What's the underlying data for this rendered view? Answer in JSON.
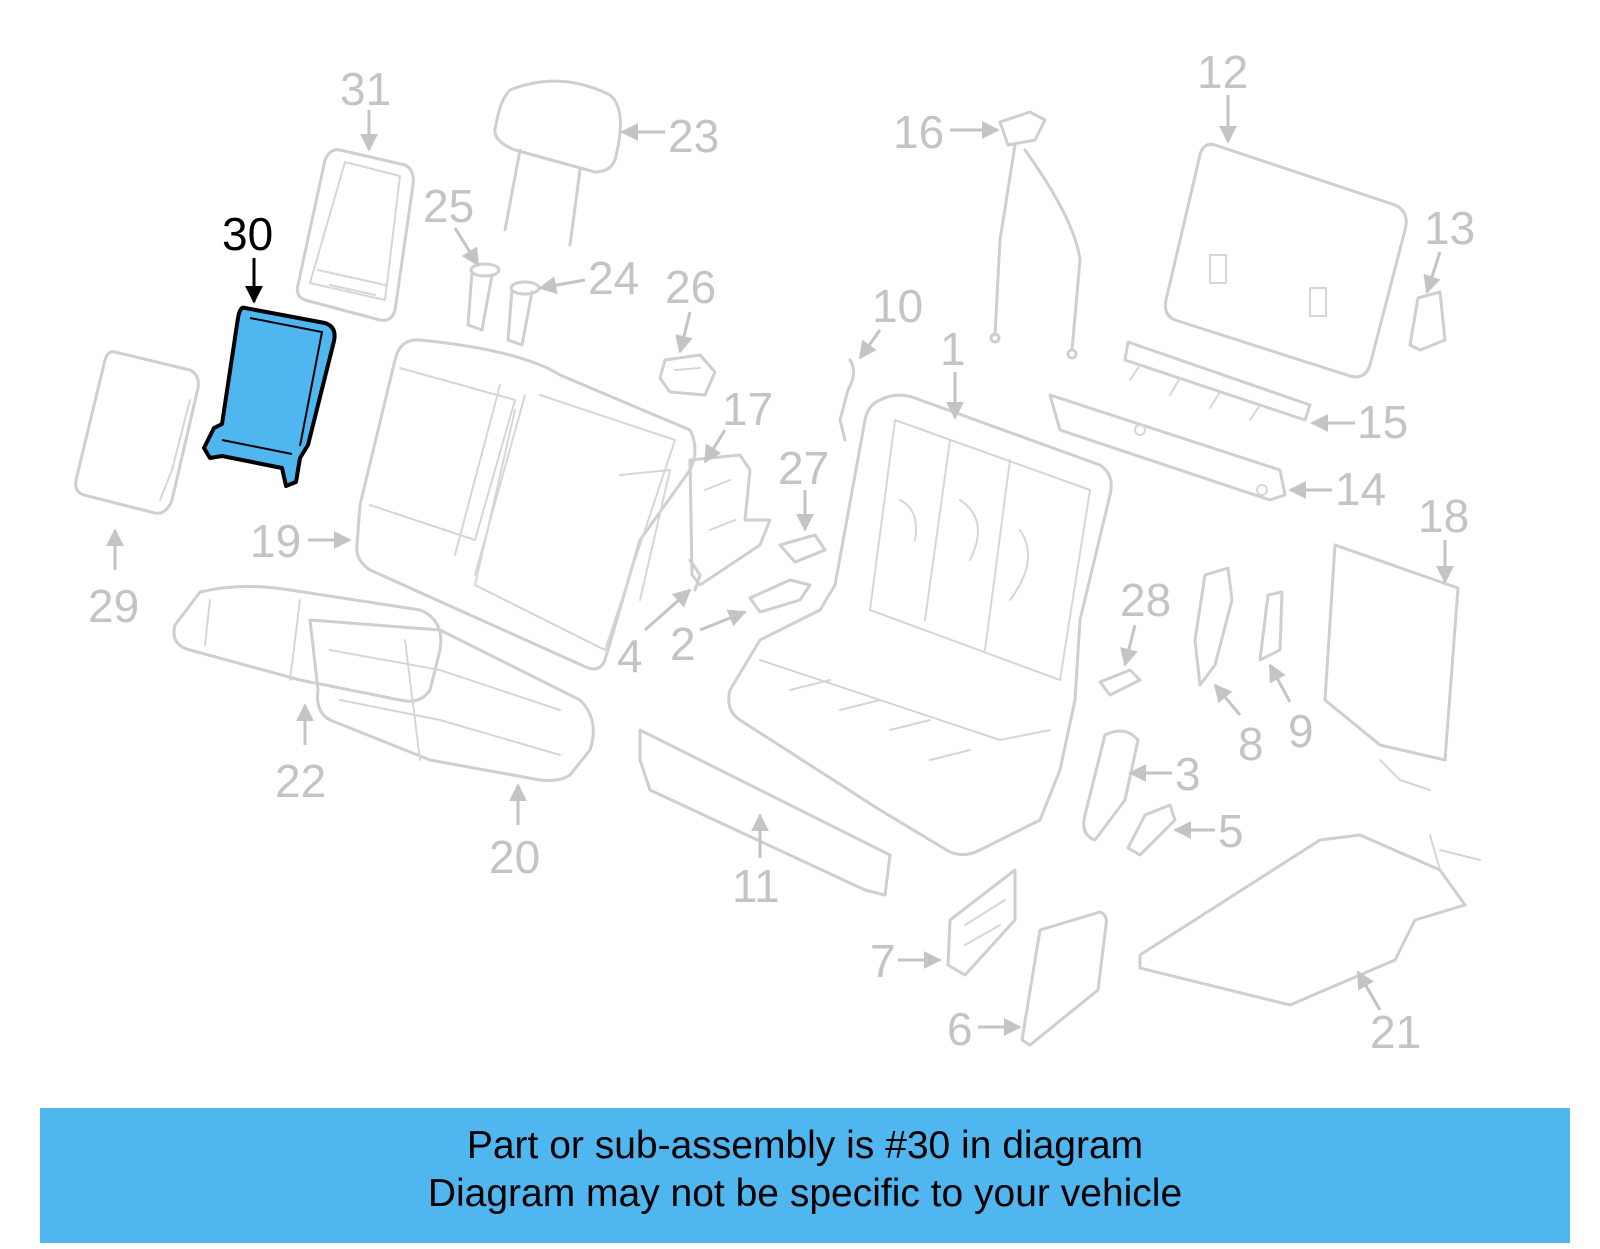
{
  "callouts": {
    "c1": "1",
    "c2": "2",
    "c3": "3",
    "c4": "4",
    "c5": "5",
    "c6": "6",
    "c7": "7",
    "c8": "8",
    "c9": "9",
    "c10": "10",
    "c11": "11",
    "c12": "12",
    "c13": "13",
    "c14": "14",
    "c15": "15",
    "c16": "16",
    "c17": "17",
    "c18": "18",
    "c19": "19",
    "c20": "20",
    "c21": "21",
    "c22": "22",
    "c23": "23",
    "c24": "24",
    "c25": "25",
    "c26": "26",
    "c27": "27",
    "c28": "28",
    "c29": "29",
    "c30": "30",
    "c31": "31"
  },
  "highlighted_part": "30",
  "colors": {
    "highlight_fill": "#4fb6ef",
    "banner_background": "#4fb6ef",
    "part_outline": "#cfcfcf",
    "callout_text": "#c4c4c4"
  },
  "banner": {
    "line1": "Part or sub-assembly is #30 in diagram",
    "line2": "Diagram may not be specific to your vehicle"
  }
}
